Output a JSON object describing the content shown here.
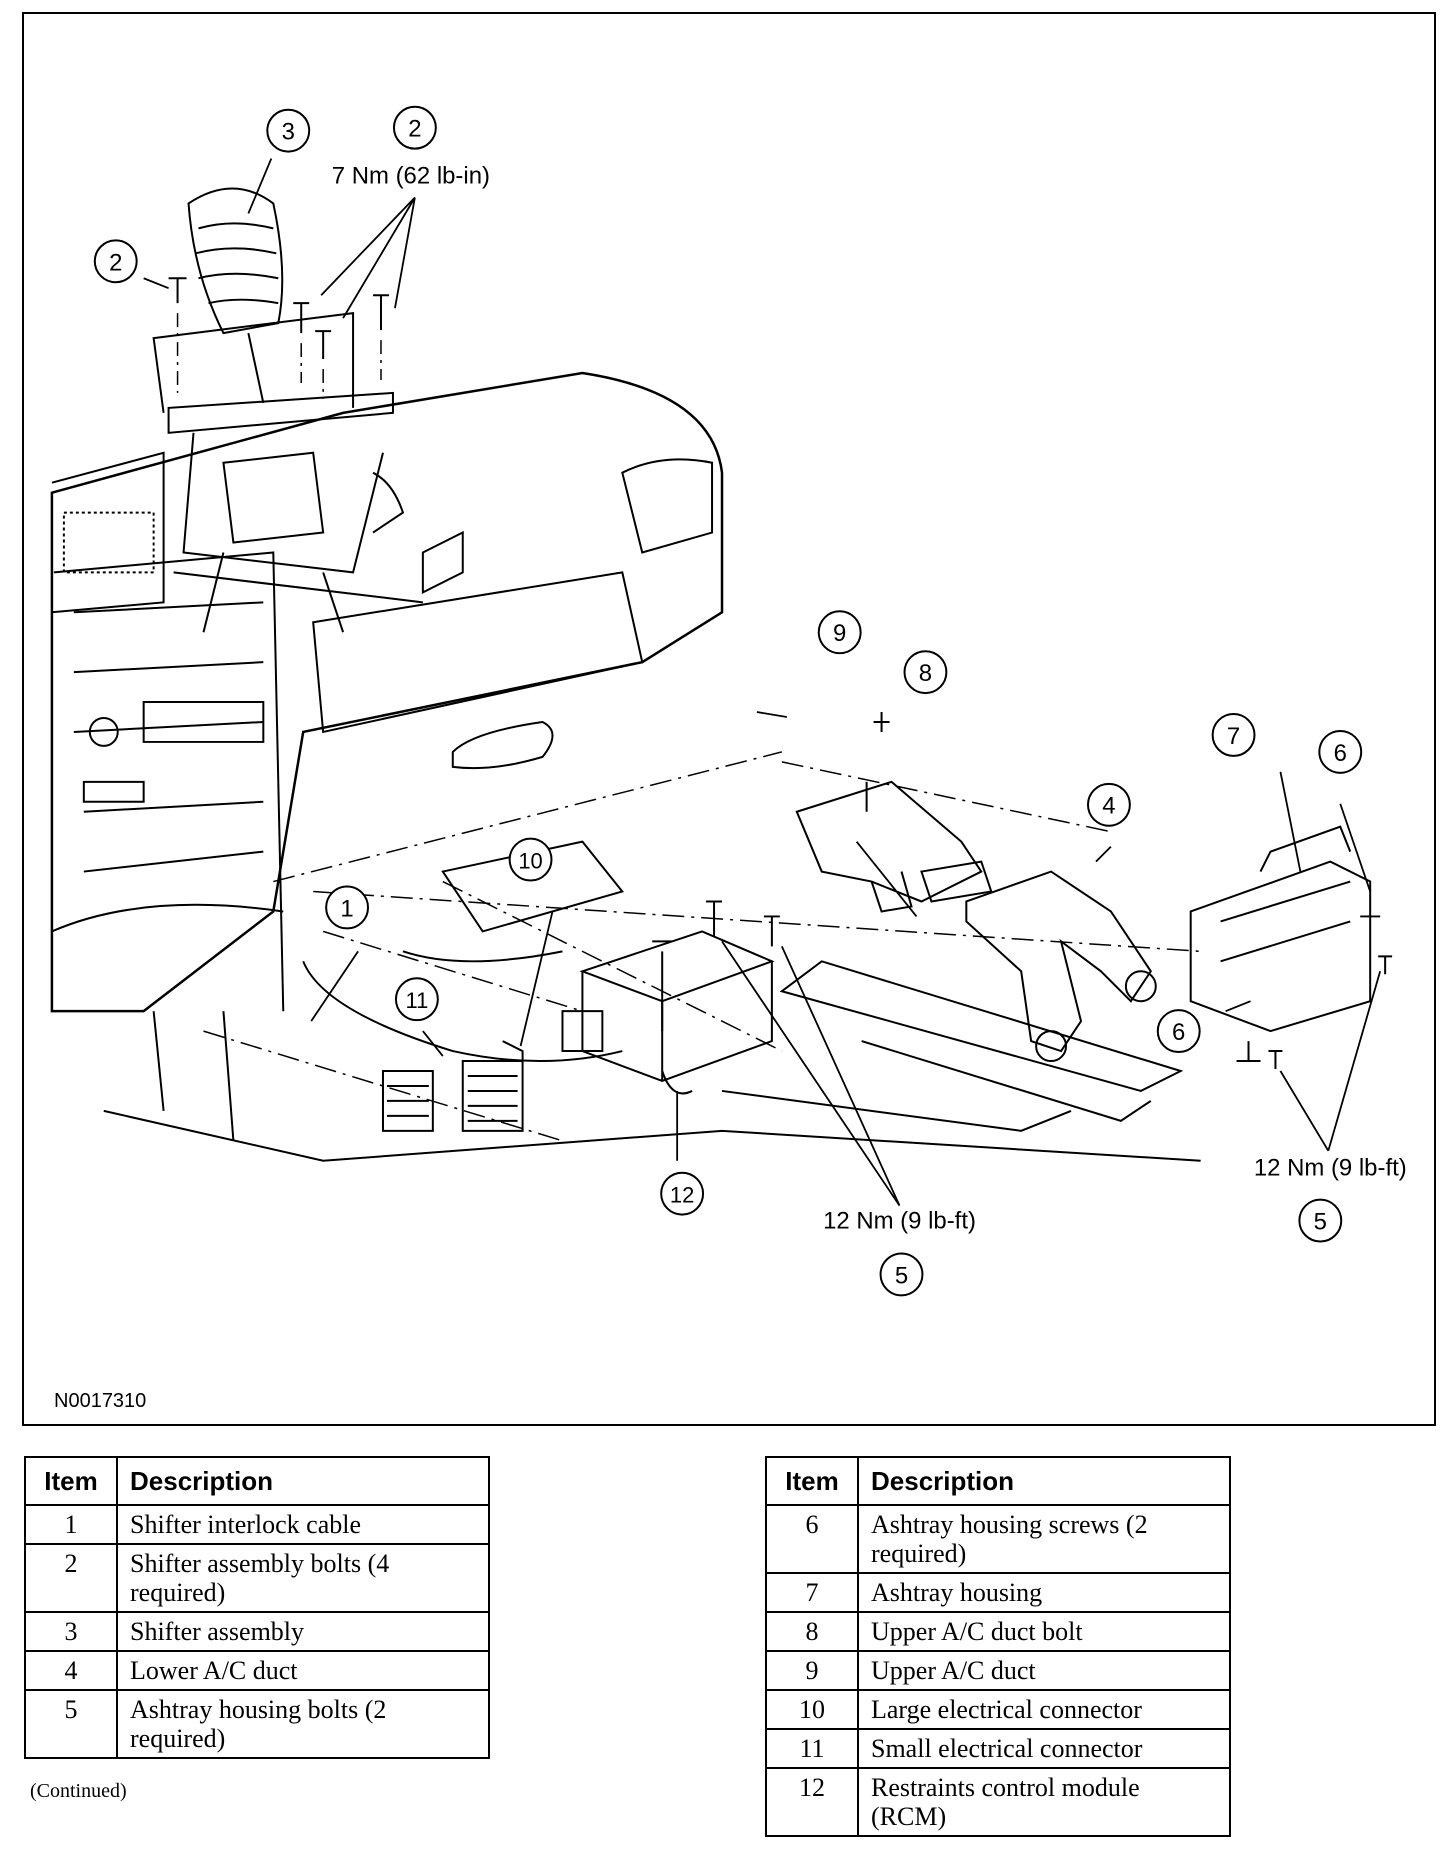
{
  "figure": {
    "id": "N0017310",
    "callouts": [
      "1",
      "2",
      "3",
      "4",
      "5",
      "6",
      "7",
      "8",
      "9",
      "10",
      "11",
      "12"
    ],
    "torque_labels": {
      "shifter_bolts": "7 Nm (62 lb-in)",
      "ashtray_bolts_center": "12 Nm (9 lb-ft)",
      "ashtray_bolts_right": "12 Nm (9 lb-ft)"
    }
  },
  "table_left": {
    "headers": {
      "item": "Item",
      "description": "Description"
    },
    "rows": [
      {
        "item": "1",
        "description": "Shifter interlock cable"
      },
      {
        "item": "2",
        "description": "Shifter assembly bolts (4 required)"
      },
      {
        "item": "3",
        "description": "Shifter assembly"
      },
      {
        "item": "4",
        "description": "Lower A/C duct"
      },
      {
        "item": "5",
        "description": "Ashtray housing bolts (2 required)"
      }
    ]
  },
  "table_right": {
    "headers": {
      "item": "Item",
      "description": "Description"
    },
    "rows": [
      {
        "item": "6",
        "description": "Ashtray housing screws (2 required)"
      },
      {
        "item": "7",
        "description": "Ashtray housing"
      },
      {
        "item": "8",
        "description": "Upper A/C duct bolt"
      },
      {
        "item": "9",
        "description": "Upper A/C duct"
      },
      {
        "item": "10",
        "description": "Large electrical connector"
      },
      {
        "item": "11",
        "description": "Small electrical connector"
      },
      {
        "item": "12",
        "description": "Restraints control module (RCM)"
      }
    ]
  },
  "continued_note": "(Continued)"
}
